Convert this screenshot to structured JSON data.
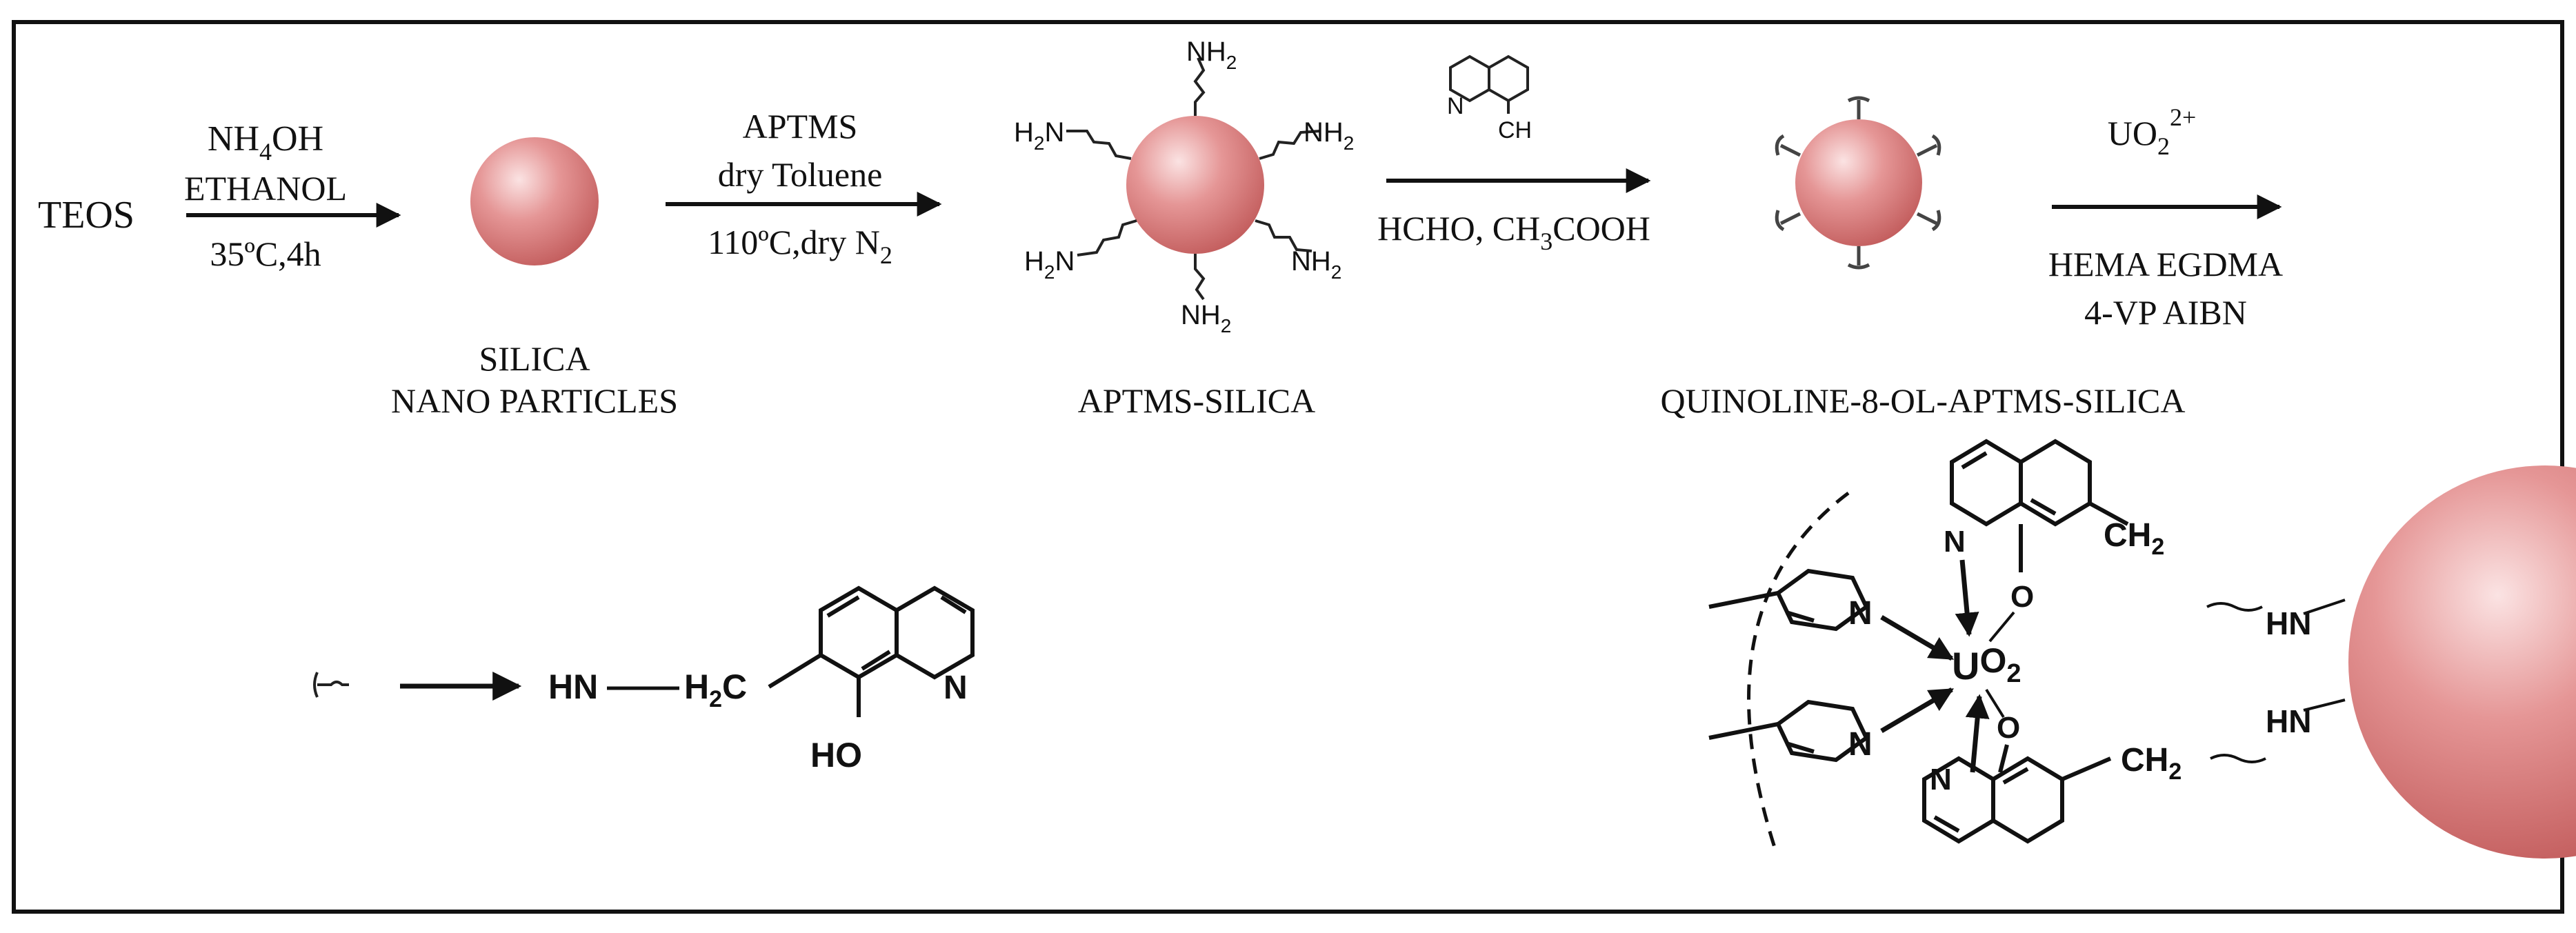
{
  "colors": {
    "sphere": "#d77a7a",
    "line": "#111111",
    "background": "#ffffff"
  },
  "reactions": {
    "start": "TEOS",
    "step1": {
      "top1": "NH",
      "top1_sub": "4",
      "top1_tail": "OH",
      "top2": "ETHANOL",
      "bottom": "35ºC,4h"
    },
    "product1": {
      "line1": "SILICA",
      "line2": "NANO PARTICLES"
    },
    "step2": {
      "top1": "APTMS",
      "top2": "dry Toluene",
      "bottom": "110ºC,dry N",
      "bottom_sub": "2"
    },
    "product2": {
      "label": "APTMS-SILICA",
      "amine": "NH",
      "amine_sub": "2",
      "amine_left": "H",
      "amine_left_sub": "2",
      "amine_left_tail": "N"
    },
    "step3": {
      "reagent_N": "N",
      "reagent_CH": "CH",
      "bottom1": "HCHO, CH",
      "bottom1_sub": "3",
      "bottom1_tail": "COOH"
    },
    "product3": {
      "label": "QUINOLINE-8-OL-APTMS-SILICA"
    },
    "step4": {
      "top": "UO",
      "top_sub": "2",
      "top_sup": "2+",
      "bottom1": "HEMA EGDMA",
      "bottom2": "4-VP AIBN"
    }
  },
  "legend": {
    "hn": "HN",
    "h2c": "H",
    "h2c_sub": "2",
    "h2c_tail": "C",
    "n": "N",
    "ho": "HO"
  },
  "complex": {
    "metal": "U",
    "metal_o": "O",
    "metal_sub": "2",
    "o_top": "O",
    "o_bottom": "O",
    "ch2_top": "CH",
    "ch2_top_sub": "2",
    "ch2_bottom": "CH",
    "ch2_bottom_sub": "2",
    "hn_top": "HN",
    "hn_bottom": "HN",
    "n_pyr1": "N",
    "n_pyr2": "N",
    "n_quin1": "N",
    "n_quin2": "N"
  }
}
